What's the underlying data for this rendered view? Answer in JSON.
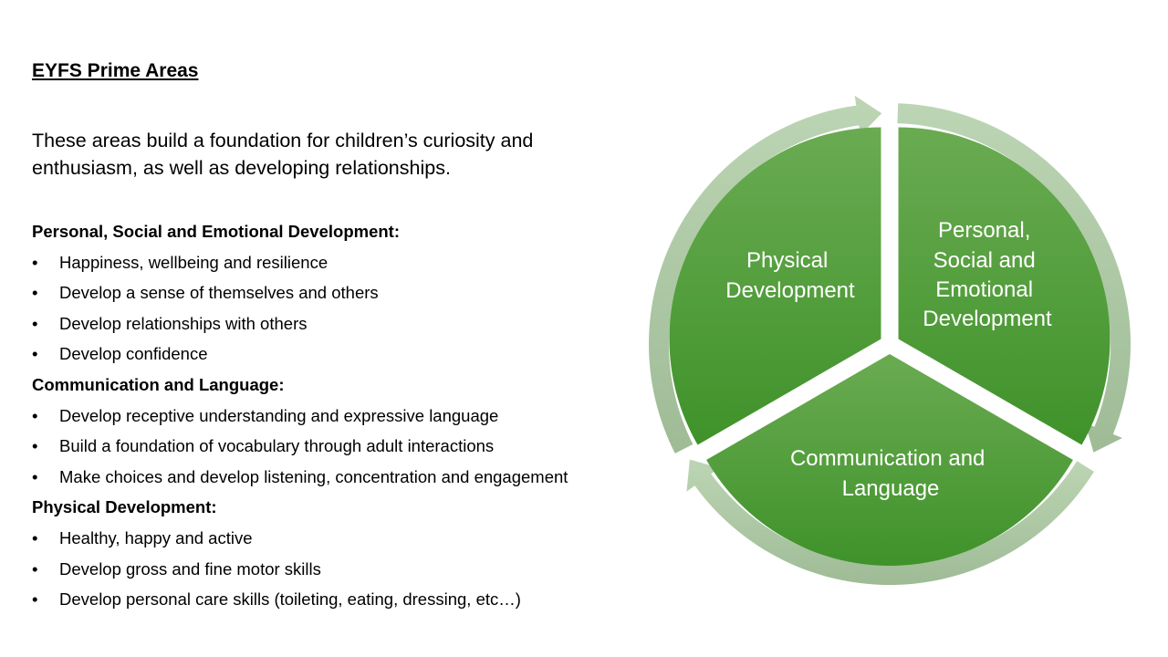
{
  "title": "EYFS Prime Areas",
  "intro": "These areas build a foundation for children’s curiosity and enthusiasm, as well as developing relationships.",
  "sections": [
    {
      "heading": "Personal, Social and Emotional Development:",
      "items": [
        "Happiness, wellbeing and resilience",
        "Develop a sense of themselves and others",
        "Develop relationships with others",
        "Develop confidence"
      ]
    },
    {
      "heading": "Communication and Language:",
      "items": [
        "Develop receptive understanding and expressive language",
        "Build a foundation of vocabulary through adult interactions",
        "Make choices and develop listening, concentration and engagement"
      ]
    },
    {
      "heading": "Physical Development:",
      "items": [
        "Healthy, happy and active",
        "Develop gross and fine motor skills",
        "Develop personal care skills (toileting, eating, dressing, etc…)"
      ]
    }
  ],
  "bullet": "•",
  "diagram": {
    "physical": [
      "Physical",
      "Development"
    ],
    "pse": [
      "Personal,",
      "Social and",
      "Emotional",
      "Development"
    ],
    "cl": [
      "Communication and",
      "Language"
    ],
    "colors": {
      "wedge_top": "#6aab52",
      "wedge_bottom": "#3f922a",
      "ring_light": "#bcd5b4",
      "ring_dark": "#9fbb96"
    }
  }
}
